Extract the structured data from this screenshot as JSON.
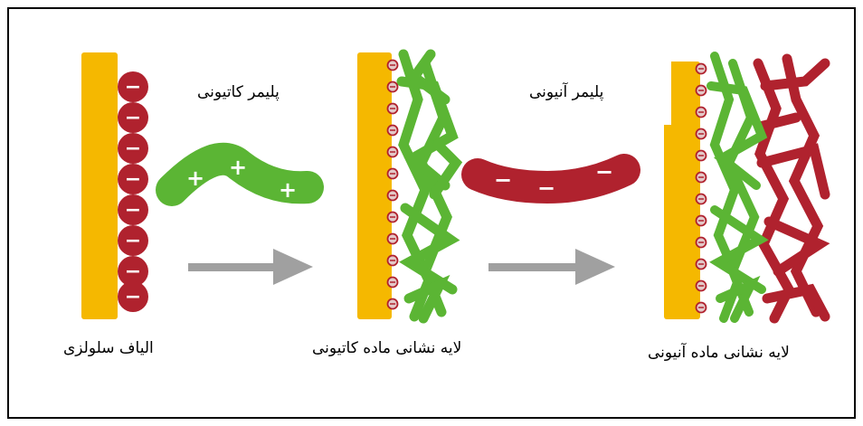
{
  "labels": {
    "cellulose_fiber": "الیاف سلولزی",
    "cationic_polymer": "پلیمر کاتیونی",
    "anionic_polymer": "پلیمر آنیونی",
    "cationic_layer": "لایه نشانی ماده کاتیونی",
    "anionic_layer": "لایه نشانی ماده آنیونی"
  },
  "glyphs": {
    "plus": "+",
    "minus": "−"
  },
  "colors": {
    "fiber": "#F5B800",
    "anionic": "#B0222E",
    "cationic": "#5BB534",
    "arrow": "#A0A0A0",
    "charge_small": "#E3C9C9"
  }
}
